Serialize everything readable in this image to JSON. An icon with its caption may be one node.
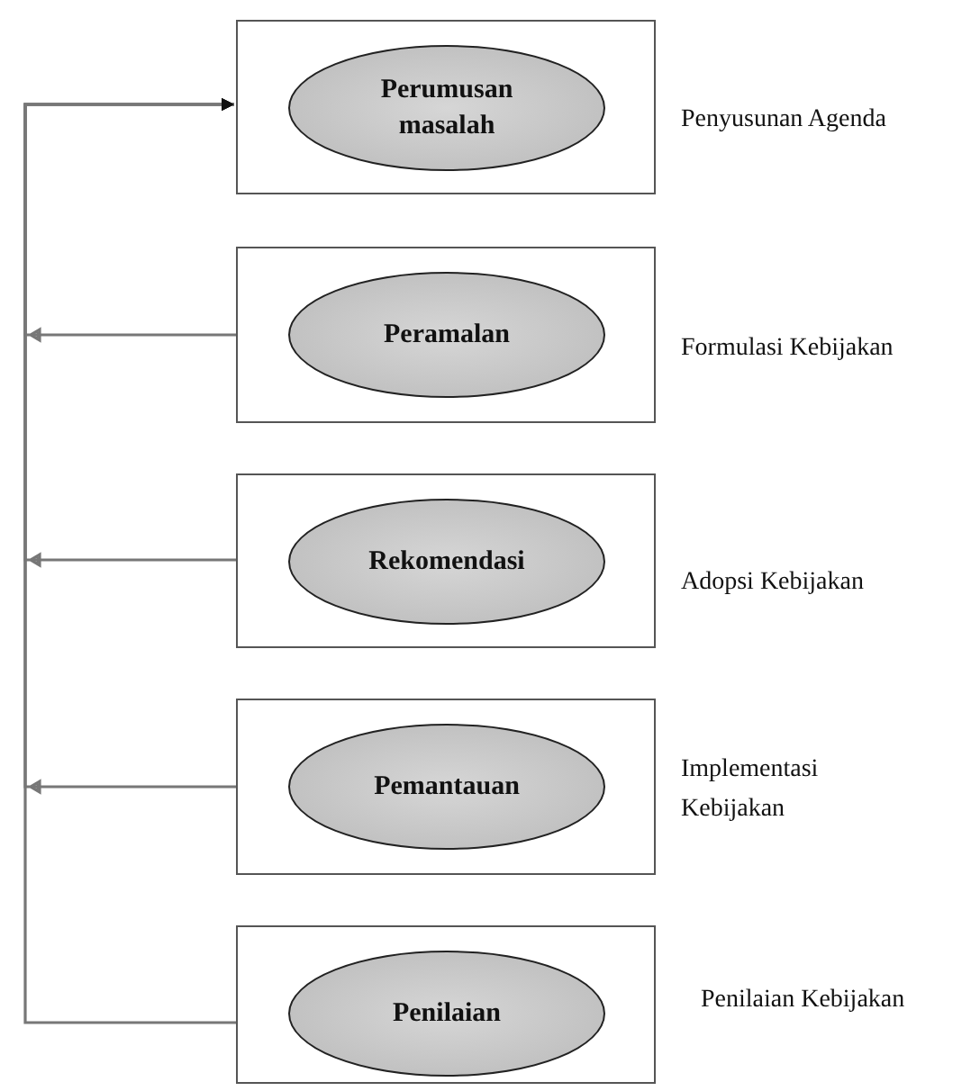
{
  "diagram": {
    "nodes": [
      {
        "text": [],
        "shape": "box",
        "beside": [
          "Penyusunan Agenda"
        ]
      },
      {
        "text": [
          "Perumusan masalah"
        ],
        "in": 0
      },
      {
        "text": [],
        "shape": "box",
        "beside": [
          "Formulasi Kebijakan"
        ]
      },
      {
        "text": [
          "Peramalan"
        ],
        "in": 2
      },
      {
        "text": [],
        "shape": "box",
        "beside": [
          "Adopsi Kebijakan"
        ]
      },
      {
        "text": [
          "Rekomendasi"
        ],
        "in": 4
      },
      {
        "text": [],
        "shape": "box",
        "beside": [
          "Implementasi Kebijakan"
        ]
      },
      {
        "text": [
          "Pemantauan"
        ],
        "in": 6
      },
      {
        "text": [],
        "shape": "box",
        "beside": [
          "Penilaian Kebijakan"
        ]
      },
      {
        "text": [
          "Penilaian"
        ],
        "in": 8
      }
    ],
    "edges": [
      {
        "from": 2,
        "to": 0,
        "arrow": "to"
      },
      {
        "from": 4,
        "to": 0,
        "arrow": "to"
      },
      {
        "from": 6,
        "to": 0,
        "arrow": "to"
      },
      {
        "from": 8,
        "to": 0,
        "arrow": "to"
      }
    ]
  }
}
